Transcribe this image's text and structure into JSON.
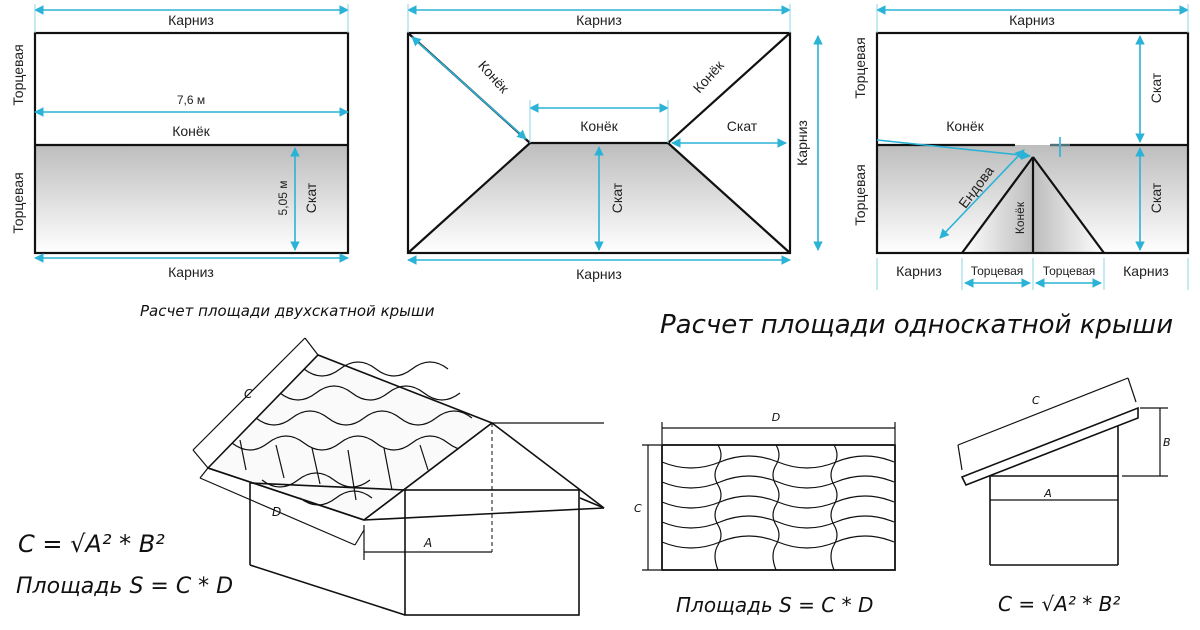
{
  "gable_plan": {
    "top": "Карниз",
    "bottom": "Карниз",
    "side_top": "Торцевая",
    "side_bottom": "Торцевая",
    "width": "7,6 м",
    "ridge": "Конёк",
    "slope_dim": "5,05 м",
    "slope": "Скат"
  },
  "hip_plan": {
    "top": "Карниз",
    "bottom": "Карниз",
    "right": "Карниз",
    "hip_left": "Конёк",
    "hip_right": "Конёк",
    "ridge": "Конёк",
    "slope_right": "Скат",
    "slope_center": "Скат"
  },
  "valley_plan": {
    "top": "Карниз",
    "side_top": "Торцевая",
    "side_bottom": "Торцевая",
    "slope_top": "Скат",
    "slope_bottom": "Скат",
    "ridge": "Конёк",
    "valley": "Ендова",
    "ridge_vertical": "Конёк",
    "bottom_left": "Карниз",
    "bottom_gable_left": "Торцевая",
    "bottom_gable_right": "Торцевая",
    "bottom_right": "Карниз"
  },
  "gable_calc": {
    "title": "Расчет площади двухскатной крыши",
    "c": "C",
    "d": "D",
    "a": "A",
    "formula_c": "C = √A² * B²",
    "formula_s": "Площадь S = C * D"
  },
  "mono_calc": {
    "title": "Расчет площади односкатной крыши",
    "d": "D",
    "c": "C",
    "c_side": "C",
    "b": "B",
    "a": "A",
    "formula_s": "Площадь S = C * D",
    "formula_c": "C = √A² * B²"
  }
}
